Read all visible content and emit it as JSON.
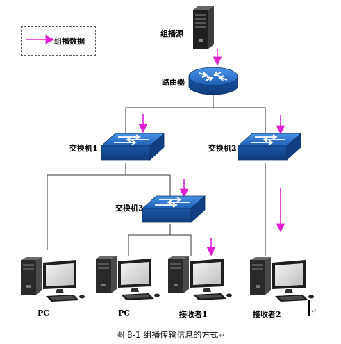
{
  "legend": {
    "label": "组播数据",
    "arrow_color": "#e020d0"
  },
  "nodes": {
    "source": "组播源",
    "router": "路由器",
    "switch1": "交换机1",
    "switch2": "交换机2",
    "switch3": "交换机3",
    "pc1": "PC",
    "pc2": "PC",
    "receiver1": "接收者1",
    "receiver2": "接收者2"
  },
  "caption": "图 8-1 组播传输信息的方式",
  "colors": {
    "device_blue": "#1f62b8",
    "multicast_arrow": "#e020d0",
    "link": "#333333"
  },
  "icons": {
    "source": "server-icon",
    "router": "router-icon",
    "switch": "switch-icon",
    "host": "computer-icon"
  }
}
